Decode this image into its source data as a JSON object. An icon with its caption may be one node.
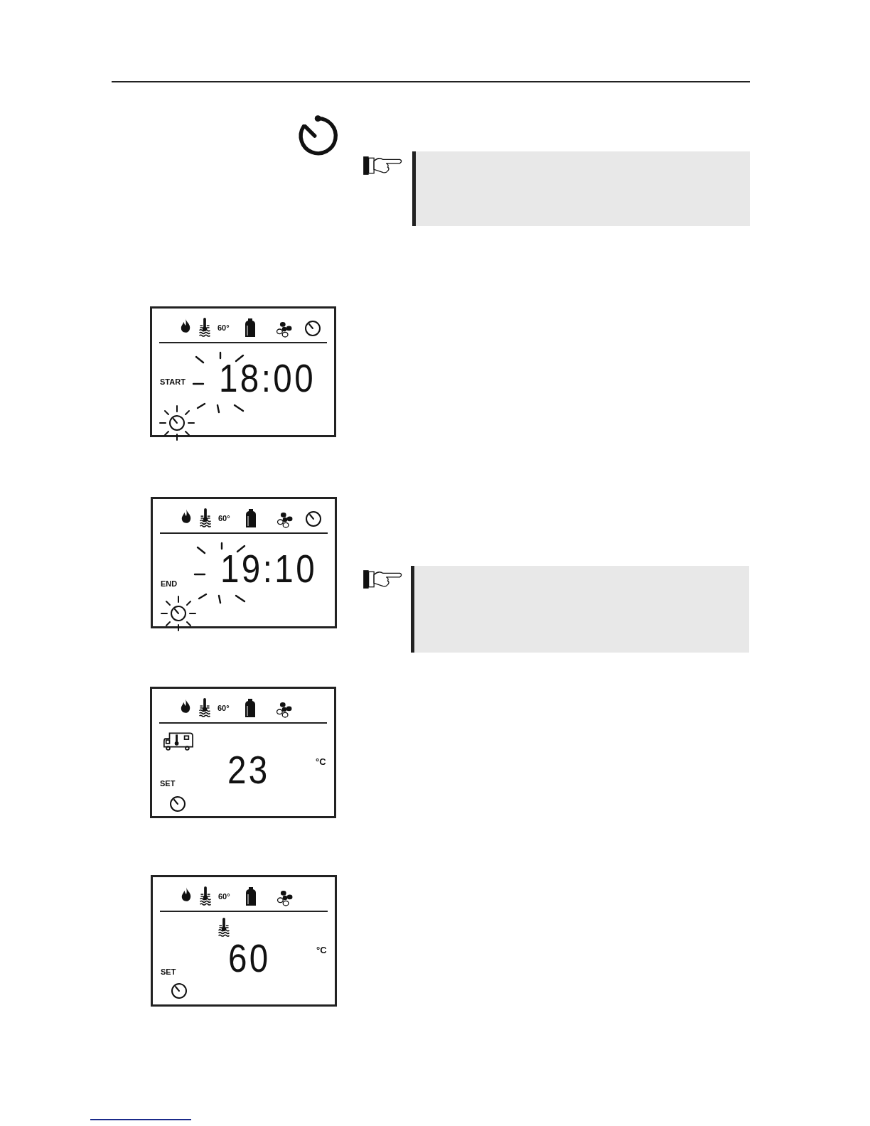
{
  "diagram": {
    "nodes": [
      {
        "text": [
          "60°",
          "START",
          "18:00"
        ]
      },
      {
        "text": [
          "60°",
          "END",
          "19:10"
        ]
      },
      {
        "text": [
          "60°",
          "°C",
          "SET",
          "23"
        ]
      },
      {
        "text": [
          "60°",
          "°C",
          "SET",
          "60"
        ]
      }
    ]
  }
}
